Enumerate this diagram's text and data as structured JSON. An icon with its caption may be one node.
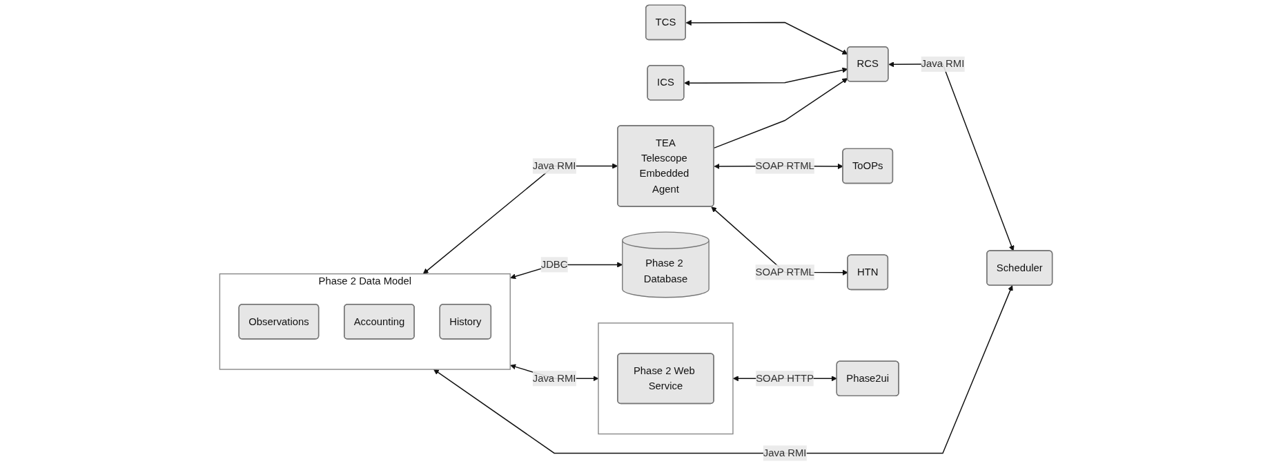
{
  "diagram": {
    "nodes": [
      {
        "text": [
          "TCS"
        ]
      },
      {
        "text": [
          "ICS"
        ]
      },
      {
        "text": [
          "RCS"
        ]
      },
      {
        "text": [
          "Scheduler"
        ]
      },
      {
        "text": [
          "Phase 2 Data Model"
        ]
      },
      {
        "text": [
          "Observations"
        ],
        "in": 4
      },
      {
        "text": [
          "Accounting"
        ],
        "in": 4
      },
      {
        "text": [
          "History"
        ],
        "in": 4
      },
      {
        "text": [
          "Phase 2 Database"
        ]
      },
      {
        "text": [
          "TEA",
          "Telescope Embedded Agent"
        ]
      },
      {
        "text": [
          "ToOPs"
        ]
      },
      {
        "text": [
          "HTN"
        ]
      },
      {
        "text": [],
        "shape": "box"
      },
      {
        "text": [
          "Phase 2 Web Service"
        ],
        "in": 12
      },
      {
        "text": [
          "Phase2ui"
        ]
      }
    ],
    "edges": [
      {
        "from": 0,
        "to": 2,
        "arrow": "both"
      },
      {
        "from": 1,
        "to": 2,
        "arrow": "both"
      },
      {
        "from": 9,
        "to": 2,
        "arrow": "to"
      },
      {
        "from": 2,
        "to": 3,
        "arrow": "both",
        "label": "Java RMI"
      },
      {
        "from": 3,
        "to": 4,
        "arrow": "both",
        "label": "Java RMI"
      },
      {
        "from": 4,
        "to": 9,
        "arrow": "both",
        "label": "Java RMI"
      },
      {
        "from": 9,
        "to": 10,
        "arrow": "both",
        "label": "SOAP RTML"
      },
      {
        "from": 9,
        "to": 11,
        "arrow": "both",
        "label": "SOAP RTML"
      },
      {
        "from": 4,
        "to": 12,
        "arrow": "both",
        "label": "Java RMI"
      },
      {
        "from": 12,
        "to": 14,
        "arrow": "both",
        "label": "SOAP HTTP"
      },
      {
        "from": 4,
        "to": 8,
        "arrow": "both",
        "label": "JDBC"
      }
    ]
  }
}
